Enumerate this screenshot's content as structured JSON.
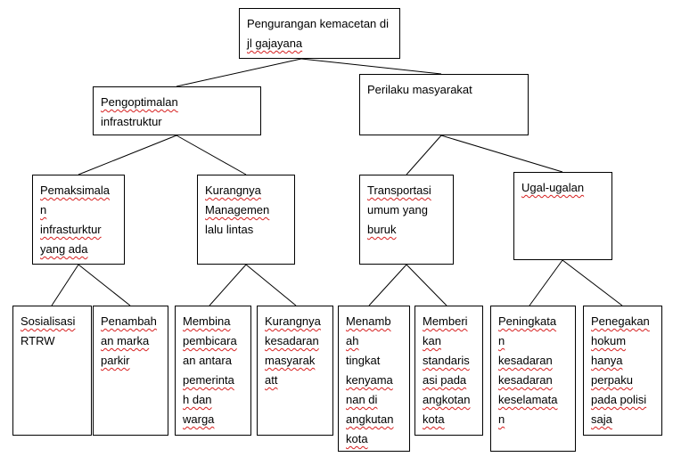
{
  "nodes": {
    "root": {
      "lines": [
        "Pengurangan kemacetan di",
        "jl gajayana"
      ]
    },
    "infra": {
      "lines": [
        "Pengoptimalan",
        "infrastruktur"
      ]
    },
    "perilaku": {
      "lines": [
        "Perilaku masyarakat"
      ]
    },
    "pemaksimalan": {
      "lines": [
        "Pemaksimala",
        "n",
        "infrasturktur",
        "yang ada"
      ]
    },
    "manajemen": {
      "lines": [
        "Kurangnya",
        "Managemen",
        "lalu lintas"
      ]
    },
    "transportasi": {
      "lines": [
        "Transportasi",
        "umum yang",
        "buruk"
      ]
    },
    "ugal": {
      "lines": [
        "Ugal-ugalan"
      ]
    },
    "sosialisasi": {
      "lines": [
        "Sosialisasi",
        "RTRW"
      ]
    },
    "marka": {
      "lines": [
        "Penambah",
        "an marka",
        "parkir"
      ]
    },
    "membina": {
      "lines": [
        "Membina",
        "pembicara",
        "an antara",
        "pemerinta",
        "h dan",
        "warga"
      ]
    },
    "kesadaran": {
      "lines": [
        "Kurangnya",
        "kesadaran",
        "masyarak",
        "att"
      ]
    },
    "kenyamanan": {
      "lines": [
        "Menamb",
        "ah",
        "tingkat",
        "kenyama",
        "nan di",
        "angkutan",
        "kota"
      ]
    },
    "standarisasi": {
      "lines": [
        "Memberi",
        "kan",
        "standaris",
        "asi pada",
        "angkotan",
        "kota"
      ]
    },
    "keselamatan": {
      "lines": [
        "Peningkata",
        "n",
        "kesadaran",
        "kesadaran",
        "keselamata",
        "n"
      ]
    },
    "hukum": {
      "lines": [
        "Penegakan",
        "hokum",
        "hanya",
        "perpaku",
        "pada polisi",
        "saja"
      ]
    }
  }
}
